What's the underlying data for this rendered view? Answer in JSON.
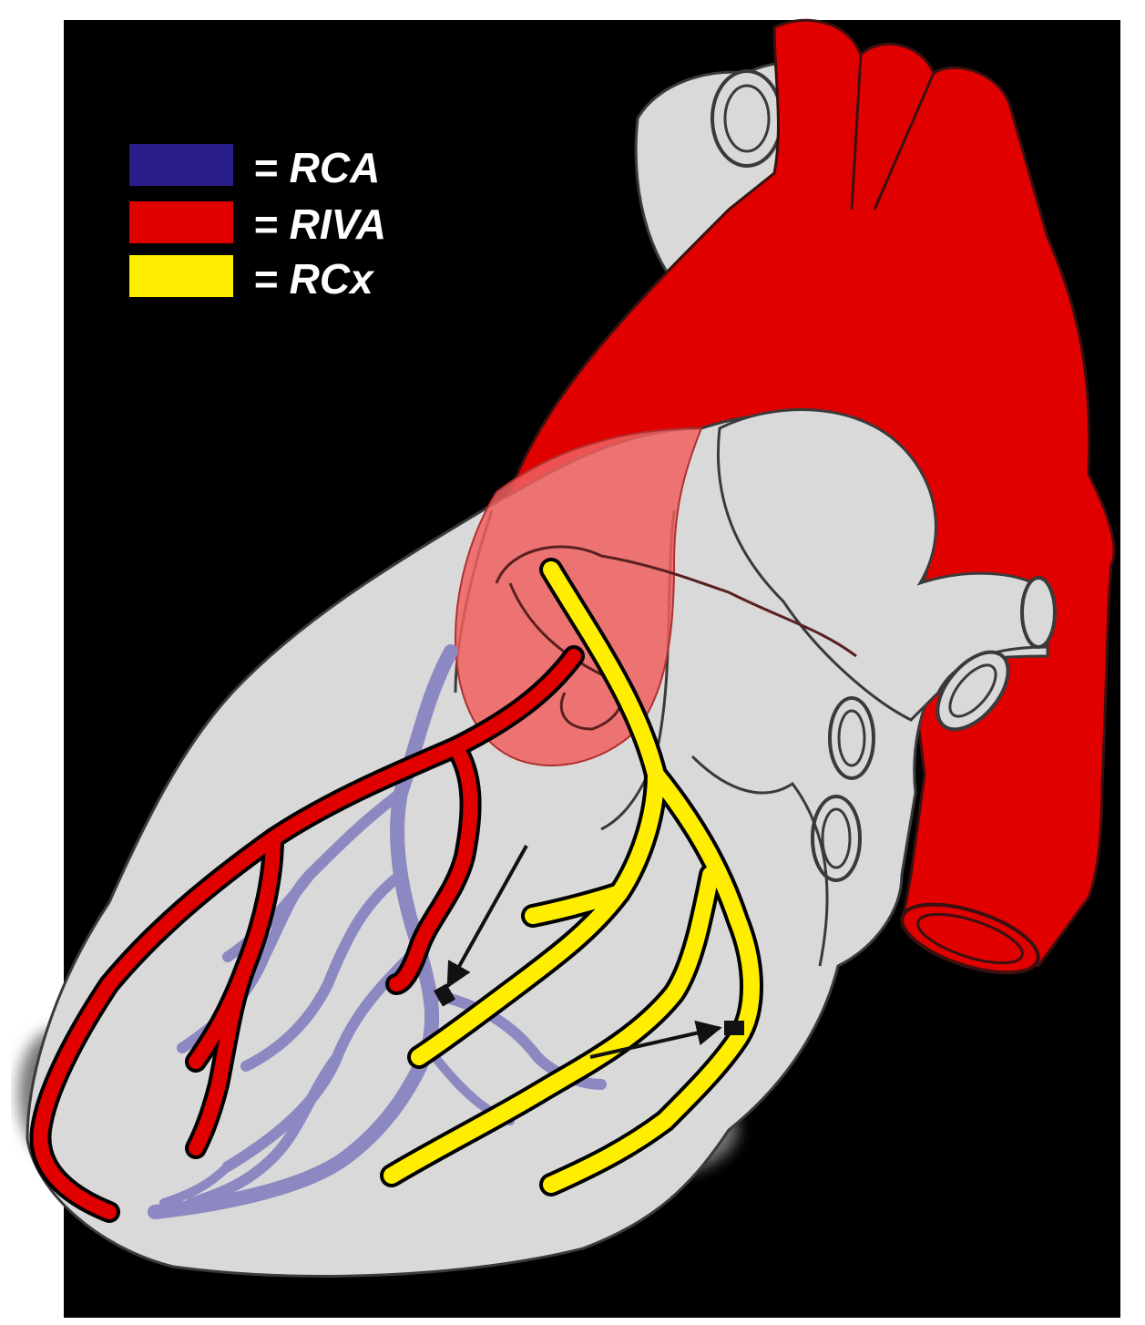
{
  "legend": {
    "items": [
      {
        "label": "= RCA",
        "color": "#2a1f8a"
      },
      {
        "label": "= RIVA",
        "color": "#e00000"
      },
      {
        "label": "= RCx",
        "color": "#ffee00"
      }
    ]
  },
  "colors": {
    "background": "#000000",
    "heart_fill": "#d9d9d9",
    "outline": "#3a3a3a",
    "aorta": "#e00000",
    "rca_vessels": "#8b88c2",
    "riva_vessels": "#e00000",
    "rcx_vessels": "#ffee00",
    "infarct_zone": "#f06060"
  },
  "markers": [
    {
      "name": "stenosis-marker-1",
      "target": "rcx-branch"
    },
    {
      "name": "stenosis-marker-2",
      "target": "rcx-main"
    }
  ]
}
